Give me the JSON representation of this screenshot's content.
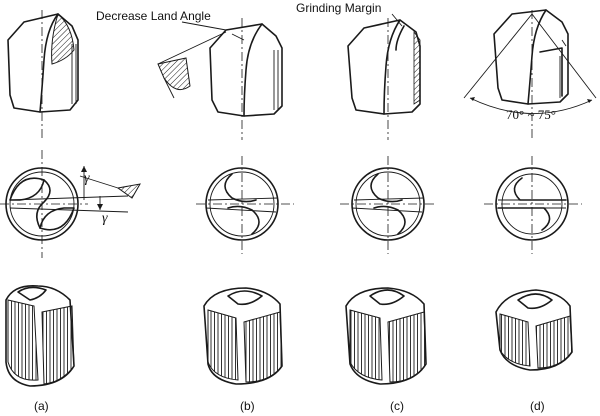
{
  "annotations": {
    "decrease_land_angle": "Decrease Land Angle",
    "grinding_margin": "Grinding Margin",
    "point_angle": "70° ~ 75°",
    "gamma_upper": "γ",
    "gamma_lower": "γ"
  },
  "panels": [
    {
      "id": "a",
      "label": "(a)"
    },
    {
      "id": "b",
      "label": "(b)"
    },
    {
      "id": "c",
      "label": "(c)"
    },
    {
      "id": "d",
      "label": "(d)"
    }
  ],
  "colors": {
    "ink": "#1a1a1a",
    "background": "#ffffff"
  }
}
